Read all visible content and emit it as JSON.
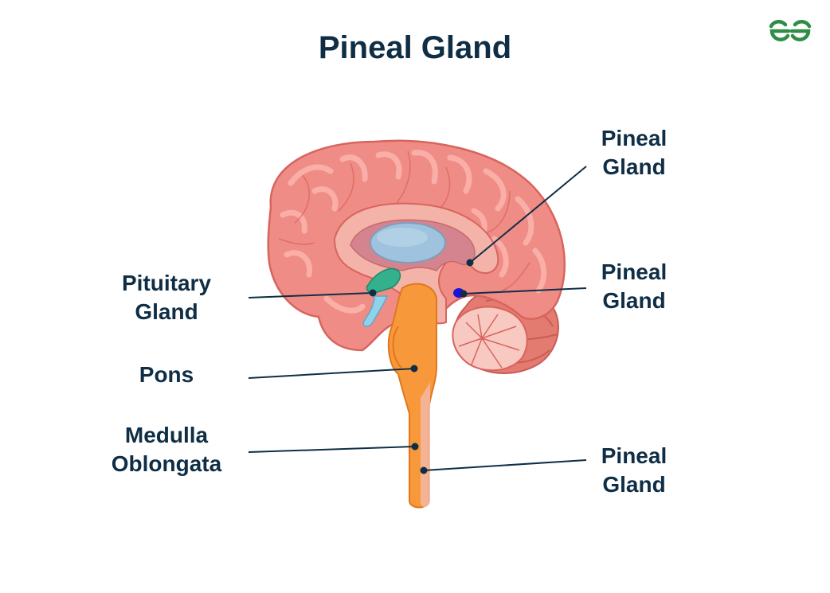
{
  "title": "Pineal Gland",
  "logo": {
    "icon": "geeksforgeeks-logo-icon",
    "color": "#2f8d46"
  },
  "labels": {
    "pineal_top": {
      "line1": "Pineal",
      "line2": "Gland"
    },
    "pineal_mid": {
      "line1": "Pineal",
      "line2": "Gland"
    },
    "pineal_bottom": {
      "line1": "Pineal",
      "line2": "Gland"
    },
    "pituitary": {
      "line1": "Pituitary",
      "line2": "Gland"
    },
    "pons": {
      "line1": "Pons"
    },
    "medulla": {
      "line1": "Medulla",
      "line2": "Oblongata"
    }
  },
  "colors": {
    "text": "#0f2e45",
    "cerebrum": "#f08c86",
    "brainstem": "#f7993a",
    "pituitary": "#33b08c",
    "pineal_dot": "#1a16d8",
    "ventricle": "#9fc3de"
  }
}
